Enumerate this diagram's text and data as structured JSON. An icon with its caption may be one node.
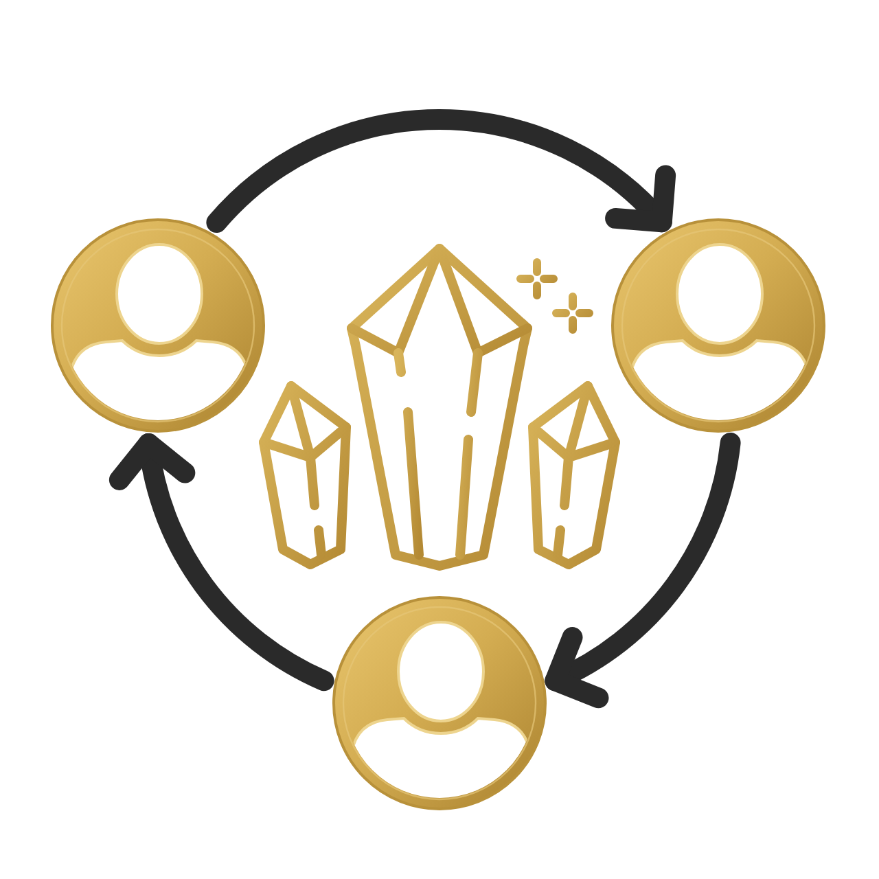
{
  "diagram": {
    "nodes": [
      {
        "text": [],
        "shape": "person"
      },
      {
        "text": [],
        "shape": "person"
      },
      {
        "text": [],
        "shape": "person"
      }
    ],
    "edges": [
      {
        "from": 0,
        "to": 1,
        "arrow": "to"
      },
      {
        "from": 1,
        "to": 2,
        "arrow": "to"
      },
      {
        "from": 2,
        "to": 0,
        "arrow": "to"
      }
    ]
  }
}
